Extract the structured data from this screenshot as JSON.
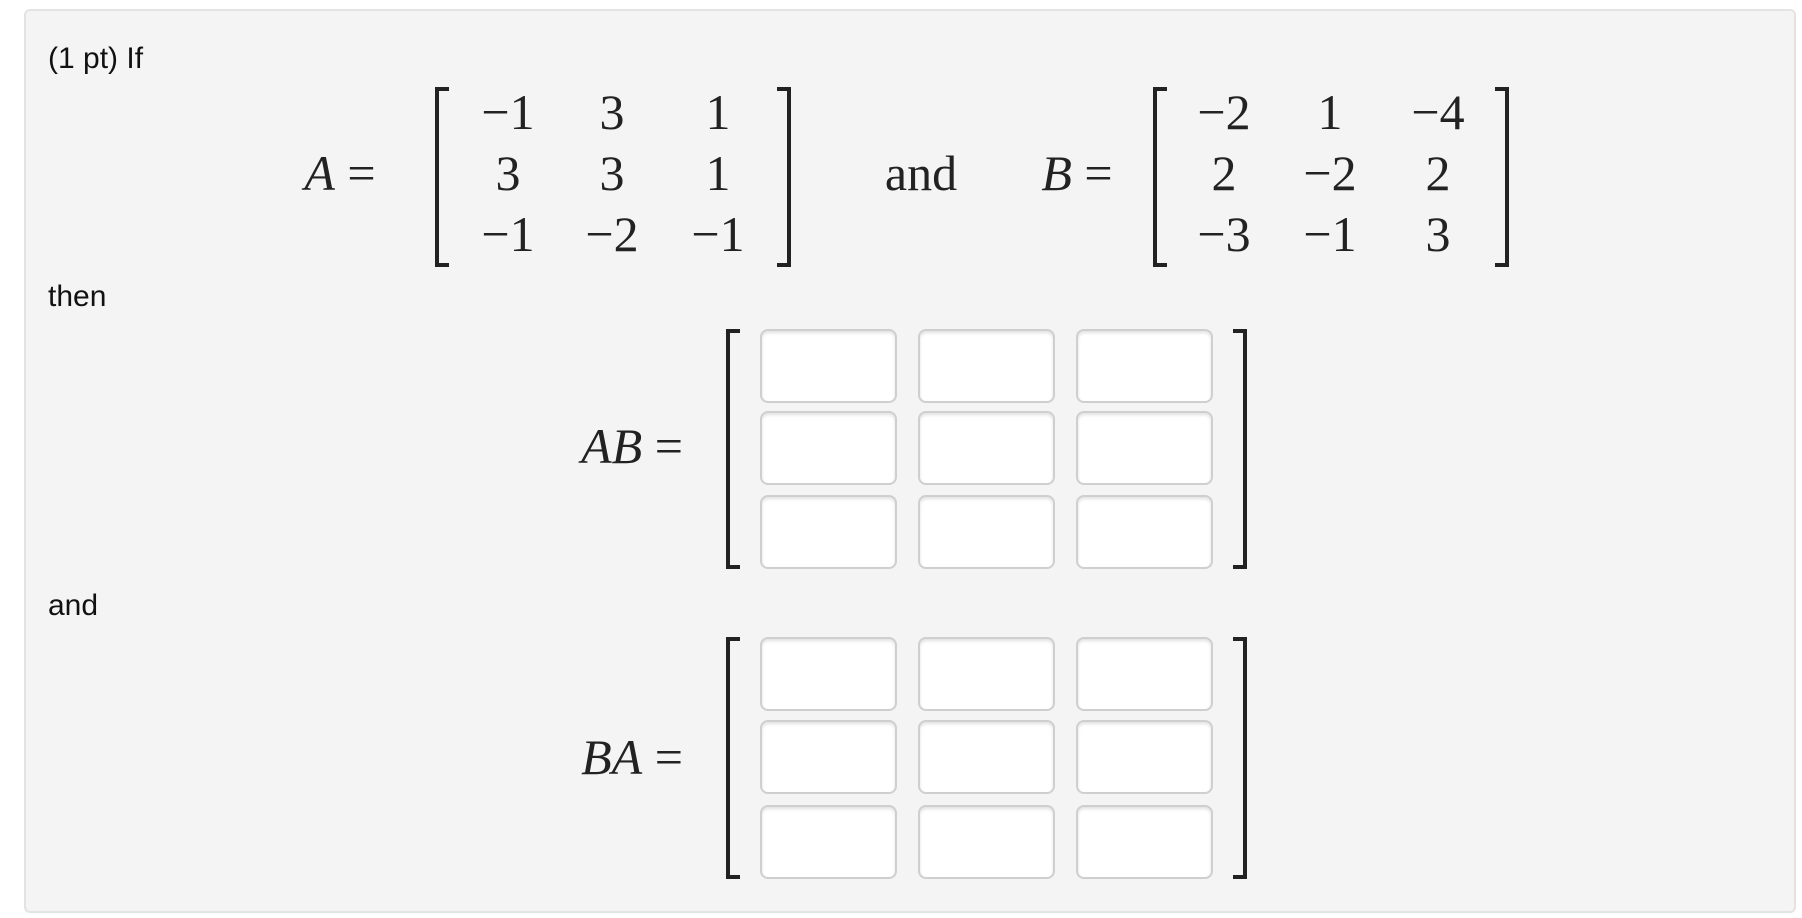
{
  "problem": {
    "intro": "(1 pt) If",
    "then_label": "then",
    "and_label": "and",
    "matrix_and": "and",
    "matrix_A": {
      "name": "A",
      "equals": "=",
      "rows": [
        [
          "−1",
          "3",
          "1"
        ],
        [
          "3",
          "3",
          "1"
        ],
        [
          "−1",
          "−2",
          "−1"
        ]
      ]
    },
    "matrix_B": {
      "name": "B",
      "equals": "=",
      "rows": [
        [
          "−2",
          "1",
          "−4"
        ],
        [
          "2",
          "−2",
          "2"
        ],
        [
          "−3",
          "−1",
          "3"
        ]
      ]
    },
    "answer_AB": {
      "label": "AB",
      "equals": "=",
      "values": [
        [
          "",
          "",
          ""
        ],
        [
          "",
          "",
          ""
        ],
        [
          "",
          "",
          ""
        ]
      ]
    },
    "answer_BA": {
      "label": "BA",
      "equals": "=",
      "values": [
        [
          "",
          "",
          ""
        ],
        [
          "",
          "",
          ""
        ],
        [
          "",
          "",
          ""
        ]
      ]
    }
  }
}
